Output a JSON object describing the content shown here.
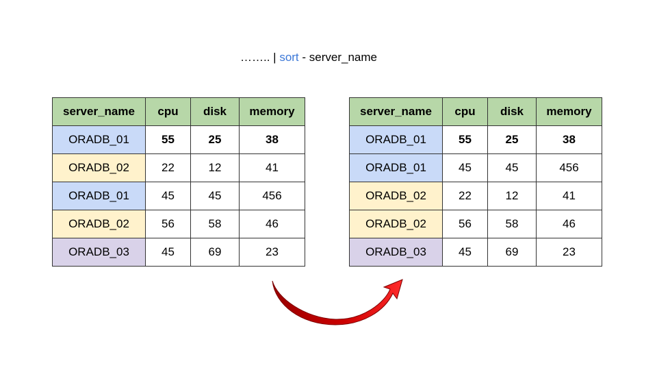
{
  "caption": {
    "prefix": "…….. | ",
    "command": "sort",
    "suffix": " - server_name"
  },
  "colors": {
    "header_bg": "#b7d7a8",
    "oradb_01": "#c9daf8",
    "oradb_02": "#fff2cc",
    "oradb_03": "#d9d2e9",
    "command_text": "#3c78d8",
    "arrow": "#cc0000"
  },
  "columns": [
    "server_name",
    "cpu",
    "disk",
    "memory"
  ],
  "left_table": {
    "rows": [
      {
        "server_name": "ORADB_01",
        "cpu": "55",
        "disk": "25",
        "memory": "38",
        "bold": true,
        "color": "#c9daf8"
      },
      {
        "server_name": "ORADB_02",
        "cpu": "22",
        "disk": "12",
        "memory": "41",
        "bold": false,
        "color": "#fff2cc"
      },
      {
        "server_name": "ORADB_01",
        "cpu": "45",
        "disk": "45",
        "memory": "456",
        "bold": false,
        "color": "#c9daf8"
      },
      {
        "server_name": "ORADB_02",
        "cpu": "56",
        "disk": "58",
        "memory": "46",
        "bold": false,
        "color": "#fff2cc"
      },
      {
        "server_name": "ORADB_03",
        "cpu": "45",
        "disk": "69",
        "memory": "23",
        "bold": false,
        "color": "#d9d2e9"
      }
    ]
  },
  "right_table": {
    "rows": [
      {
        "server_name": "ORADB_01",
        "cpu": "55",
        "disk": "25",
        "memory": "38",
        "bold": true,
        "color": "#c9daf8"
      },
      {
        "server_name": "ORADB_01",
        "cpu": "45",
        "disk": "45",
        "memory": "456",
        "bold": false,
        "color": "#c9daf8"
      },
      {
        "server_name": "ORADB_02",
        "cpu": "22",
        "disk": "12",
        "memory": "41",
        "bold": false,
        "color": "#fff2cc"
      },
      {
        "server_name": "ORADB_02",
        "cpu": "56",
        "disk": "58",
        "memory": "46",
        "bold": false,
        "color": "#fff2cc"
      },
      {
        "server_name": "ORADB_03",
        "cpu": "45",
        "disk": "69",
        "memory": "23",
        "bold": false,
        "color": "#d9d2e9"
      }
    ]
  },
  "arrow_icon": "curved-arrow-icon"
}
